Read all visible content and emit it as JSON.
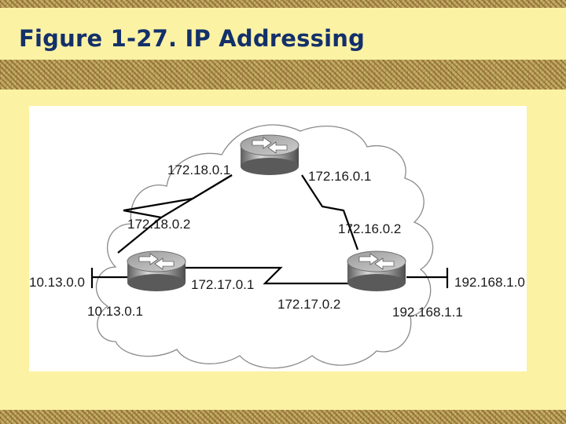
{
  "title": "Figure 1-27. IP Addressing",
  "diagram": {
    "labels": {
      "top_router_left": "172.18.0.1",
      "top_router_right": "172.16.0.1",
      "left_link_lower": "172.18.0.2",
      "right_link_lower": "172.16.0.2",
      "left_network": "10.13.0.0",
      "left_router_lan": "10.13.0.1",
      "left_router_bottom_link": "172.17.0.1",
      "bottom_link_right": "172.17.0.2",
      "right_network": "192.168.1.0",
      "right_router_lan": "192.168.1.1"
    },
    "nodes": [
      "router-top",
      "router-left",
      "router-right"
    ],
    "colors": {
      "cloud_fill": "#ffffff",
      "cloud_stroke": "#8a8a8a",
      "router_body": "#a9a9a9",
      "link": "#000000",
      "title": "#13306a",
      "background": "#fbf2a4"
    }
  }
}
